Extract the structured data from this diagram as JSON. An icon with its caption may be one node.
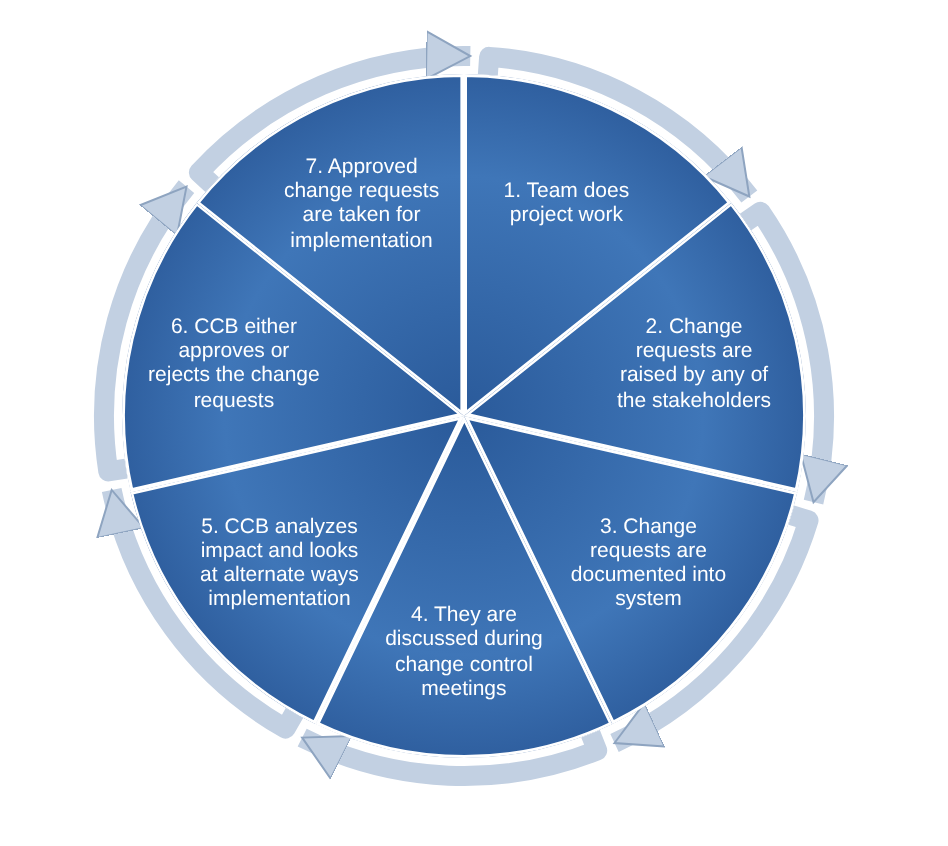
{
  "diagram": {
    "nodes": [
      {
        "text": [
          "1. Team does project work"
        ]
      },
      {
        "text": [
          "2. Change requests are raised by any of the stakeholders"
        ]
      },
      {
        "text": [
          "3. Change requests are documented into system"
        ]
      },
      {
        "text": [
          "4. They are discussed during change control meetings"
        ]
      },
      {
        "text": [
          "5. CCB analyzes impact and looks at alternate ways implementation"
        ]
      },
      {
        "text": [
          "6. CCB either approves or rejects the change requests"
        ]
      },
      {
        "text": [
          "7. Approved change requests are taken for implementation"
        ]
      }
    ],
    "edges": [
      {
        "from": 0,
        "to": 1,
        "arrow": "to"
      },
      {
        "from": 1,
        "to": 2,
        "arrow": "to"
      },
      {
        "from": 2,
        "to": 3,
        "arrow": "to"
      },
      {
        "from": 3,
        "to": 4,
        "arrow": "to"
      },
      {
        "from": 4,
        "to": 5,
        "arrow": "to"
      },
      {
        "from": 5,
        "to": 6,
        "arrow": "to"
      },
      {
        "from": 6,
        "to": 0,
        "arrow": "to"
      }
    ]
  }
}
